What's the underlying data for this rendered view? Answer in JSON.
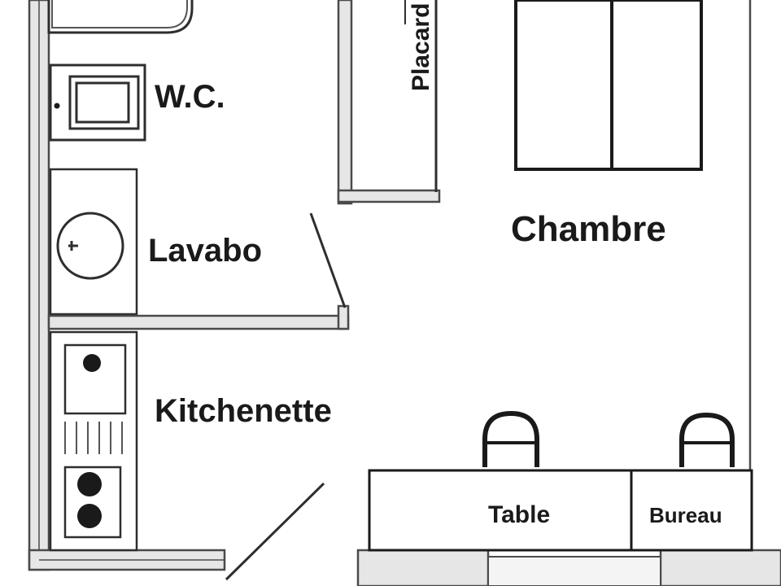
{
  "plan": {
    "rooms": {
      "wc": "W.C.",
      "lavabo": "Lavabo",
      "kitchenette": "Kitchenette",
      "chambre": "Chambre",
      "placard": "Placard"
    },
    "furniture": {
      "table": "Table",
      "bureau": "Bureau"
    },
    "colors": {
      "wall": "#4a4a4a",
      "ink": "#1a1a1a",
      "background": "#ffffff",
      "wall_fill": "#e6e6e6"
    }
  }
}
